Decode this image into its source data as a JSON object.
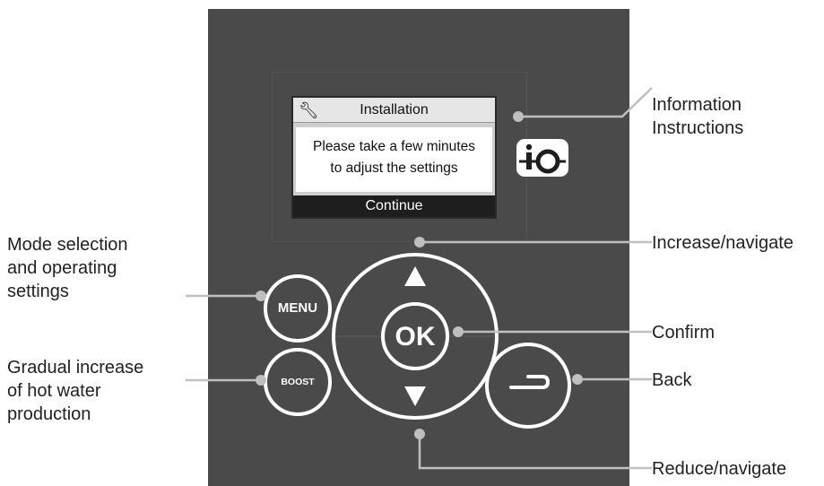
{
  "screen": {
    "title": "Installation",
    "body_line1": "Please take a few minutes",
    "body_line2": "to adjust the settings",
    "footer": "Continue"
  },
  "logo_text": "io",
  "buttons": {
    "menu": "MENU",
    "boost": "BOOST",
    "ok": "OK"
  },
  "labels": {
    "information": "Information",
    "instructions": "Instructions",
    "increase": "Increase/navigate",
    "confirm": "Confirm",
    "back": "Back",
    "reduce": "Reduce/navigate",
    "mode_line1": "Mode selection",
    "mode_line2": "and operating",
    "mode_line3": "settings",
    "gradual_line1": "Gradual increase",
    "gradual_line2": "of hot water",
    "gradual_line3": "production"
  },
  "colors": {
    "panel": "#4a4a4a",
    "leader": "#bfbfbf",
    "text": "#222222"
  }
}
